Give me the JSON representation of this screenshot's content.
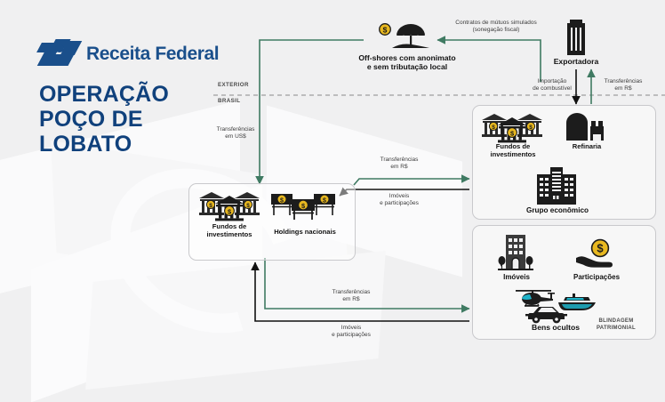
{
  "brand": {
    "logo_text": "Receita Federal",
    "operation_line1": "OPERAÇÃO",
    "operation_line2": "POÇO DE LOBATO",
    "brand_blue": "#1a4f8b",
    "title_blue": "#10417c"
  },
  "colors": {
    "background": "#f0f0f1",
    "flow_green": "#3f7a62",
    "flow_black": "#111111",
    "box_border": "#c9c9cc",
    "coin_gold": "#e8b820",
    "icon_dark": "#1c1c1c"
  },
  "divider": {
    "above_label": "EXTERIOR",
    "below_label": "BRASIL"
  },
  "nodes": {
    "offshores": {
      "label_line1": "Off-shores com anonimato",
      "label_line2": "e sem tributação local",
      "icon": "beach-umbrella-with-coin-icon"
    },
    "exportadora": {
      "label": "Exportadora",
      "icon": "office-tower-icon"
    },
    "fundos_esquerda": {
      "label_line1": "Fundos de",
      "label_line2": "investimentos",
      "icon": "bank-buildings-with-coins-icon"
    },
    "holdings": {
      "label": "Holdings nacionais",
      "icon": "market-stalls-with-coins-icon"
    },
    "fundos_direita": {
      "label_line1": "Fundos de",
      "label_line2": "investimentos",
      "icon": "bank-buildings-with-coins-icon"
    },
    "refinaria": {
      "label": "Refinaria",
      "icon": "refinery-tanks-icon"
    },
    "grupo_economico": {
      "label": "Grupo econômico",
      "icon": "corporate-skyscraper-icon"
    },
    "imoveis": {
      "label": "Imóveis",
      "icon": "residential-building-icon"
    },
    "participacoes": {
      "label": "Participações",
      "icon": "hand-holding-coin-icon"
    },
    "bens_ocultos": {
      "label": "Bens ocultos",
      "icon": "helicopter-car-yacht-icon"
    }
  },
  "groups": {
    "blindagem": {
      "badge_line1": "BLINDAGEM",
      "badge_line2": "PATRIMONIAL"
    }
  },
  "edges": [
    {
      "id": "contratos-mutuos",
      "line1": "Contratos de mútuos simulados",
      "line2": "(sonegação fiscal)",
      "color": "#3f7a62",
      "direction": "left"
    },
    {
      "id": "transferencias-usd",
      "line1": "Transferências",
      "line2": "em US$",
      "color": "#3f7a62",
      "direction": "down"
    },
    {
      "id": "importacao-combustivel",
      "line1": "Importação",
      "line2": "de combustível",
      "color": "#111111",
      "direction": "down"
    },
    {
      "id": "transferencias-brl-exportadora",
      "line1": "Transferências",
      "line2": "em R$",
      "color": "#3f7a62",
      "direction": "up"
    },
    {
      "id": "transferencias-brl-meio",
      "line1": "Transferências",
      "line2": "em R$",
      "color": "#3f7a62",
      "direction": "right"
    },
    {
      "id": "imoveis-participacoes-meio",
      "line1": "Imóveis",
      "line2": "e participações",
      "color": "#111111",
      "direction": "left"
    },
    {
      "id": "transferencias-brl-baixo",
      "line1": "Transferências",
      "line2": "em R$",
      "color": "#3f7a62",
      "direction": "right"
    },
    {
      "id": "imoveis-participacoes-baixo",
      "line1": "Imóveis",
      "line2": "e participações",
      "color": "#111111",
      "direction": "left"
    }
  ]
}
